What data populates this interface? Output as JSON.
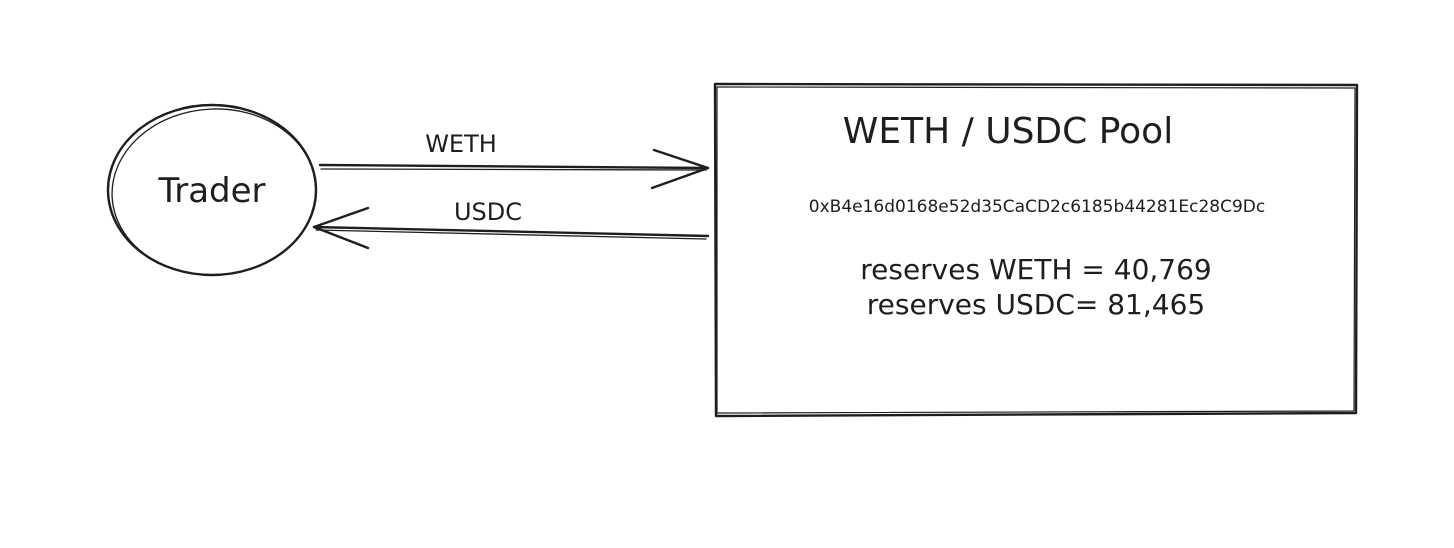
{
  "trader": {
    "label": "Trader"
  },
  "arrows": {
    "to_pool": {
      "label": "WETH"
    },
    "to_trader": {
      "label": "USDC"
    }
  },
  "pool": {
    "title": "WETH / USDC Pool",
    "address": "0xB4e16d0168e52d35CaCD2c6185b44281Ec28C9Dc",
    "reserves": [
      {
        "text": "reserves WETH = 40,769"
      },
      {
        "text": "reserves USDC= 81,465"
      }
    ]
  },
  "colors": {
    "stroke": "#1e1e1e",
    "background": "#ffffff"
  }
}
